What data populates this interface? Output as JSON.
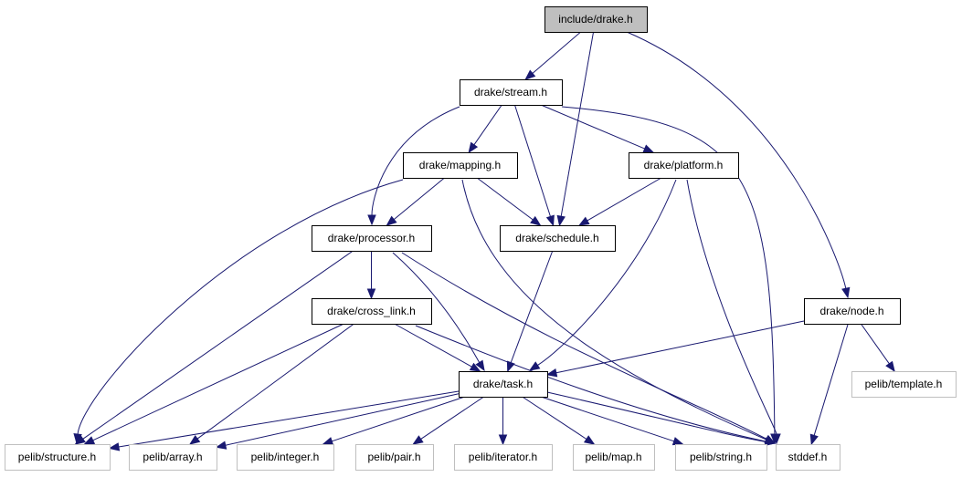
{
  "graph": {
    "colors": {
      "edge": "#191970",
      "root_fill": "#bfbfbf",
      "node_border": "#000000",
      "external_border": "#bfbfbf",
      "text": "#000000"
    },
    "nodes": [
      {
        "id": "drake_h",
        "label": "include/drake.h",
        "style": "root"
      },
      {
        "id": "stream_h",
        "label": "drake/stream.h",
        "style": "internal"
      },
      {
        "id": "mapping_h",
        "label": "drake/mapping.h",
        "style": "internal"
      },
      {
        "id": "platform_h",
        "label": "drake/platform.h",
        "style": "internal"
      },
      {
        "id": "processor_h",
        "label": "drake/processor.h",
        "style": "internal"
      },
      {
        "id": "schedule_h",
        "label": "drake/schedule.h",
        "style": "internal"
      },
      {
        "id": "node_h",
        "label": "drake/node.h",
        "style": "internal"
      },
      {
        "id": "cross_link_h",
        "label": "drake/cross_link.h",
        "style": "internal"
      },
      {
        "id": "task_h",
        "label": "drake/task.h",
        "style": "internal"
      },
      {
        "id": "template_h",
        "label": "pelib/template.h",
        "style": "external"
      },
      {
        "id": "structure_h",
        "label": "pelib/structure.h",
        "style": "external"
      },
      {
        "id": "array_h",
        "label": "pelib/array.h",
        "style": "external"
      },
      {
        "id": "integer_h",
        "label": "pelib/integer.h",
        "style": "external"
      },
      {
        "id": "pair_h",
        "label": "pelib/pair.h",
        "style": "external"
      },
      {
        "id": "iterator_h",
        "label": "pelib/iterator.h",
        "style": "external"
      },
      {
        "id": "map_h",
        "label": "pelib/map.h",
        "style": "external"
      },
      {
        "id": "string_h",
        "label": "pelib/string.h",
        "style": "external"
      },
      {
        "id": "stddef_h",
        "label": "stddef.h",
        "style": "external"
      }
    ],
    "edges": [
      {
        "from": "drake_h",
        "to": "stream_h"
      },
      {
        "from": "drake_h",
        "to": "schedule_h"
      },
      {
        "from": "drake_h",
        "to": "node_h"
      },
      {
        "from": "stream_h",
        "to": "mapping_h"
      },
      {
        "from": "stream_h",
        "to": "platform_h"
      },
      {
        "from": "stream_h",
        "to": "processor_h"
      },
      {
        "from": "stream_h",
        "to": "schedule_h"
      },
      {
        "from": "stream_h",
        "to": "stddef_h"
      },
      {
        "from": "mapping_h",
        "to": "processor_h"
      },
      {
        "from": "mapping_h",
        "to": "schedule_h"
      },
      {
        "from": "mapping_h",
        "to": "structure_h"
      },
      {
        "from": "mapping_h",
        "to": "stddef_h"
      },
      {
        "from": "platform_h",
        "to": "schedule_h"
      },
      {
        "from": "platform_h",
        "to": "task_h"
      },
      {
        "from": "platform_h",
        "to": "stddef_h"
      },
      {
        "from": "processor_h",
        "to": "cross_link_h"
      },
      {
        "from": "processor_h",
        "to": "task_h"
      },
      {
        "from": "processor_h",
        "to": "structure_h"
      },
      {
        "from": "processor_h",
        "to": "stddef_h"
      },
      {
        "from": "schedule_h",
        "to": "task_h"
      },
      {
        "from": "node_h",
        "to": "task_h"
      },
      {
        "from": "node_h",
        "to": "template_h"
      },
      {
        "from": "node_h",
        "to": "stddef_h"
      },
      {
        "from": "cross_link_h",
        "to": "task_h"
      },
      {
        "from": "cross_link_h",
        "to": "structure_h"
      },
      {
        "from": "cross_link_h",
        "to": "array_h"
      },
      {
        "from": "cross_link_h",
        "to": "stddef_h"
      },
      {
        "from": "task_h",
        "to": "structure_h"
      },
      {
        "from": "task_h",
        "to": "array_h"
      },
      {
        "from": "task_h",
        "to": "integer_h"
      },
      {
        "from": "task_h",
        "to": "pair_h"
      },
      {
        "from": "task_h",
        "to": "iterator_h"
      },
      {
        "from": "task_h",
        "to": "map_h"
      },
      {
        "from": "task_h",
        "to": "string_h"
      },
      {
        "from": "task_h",
        "to": "stddef_h"
      }
    ]
  }
}
